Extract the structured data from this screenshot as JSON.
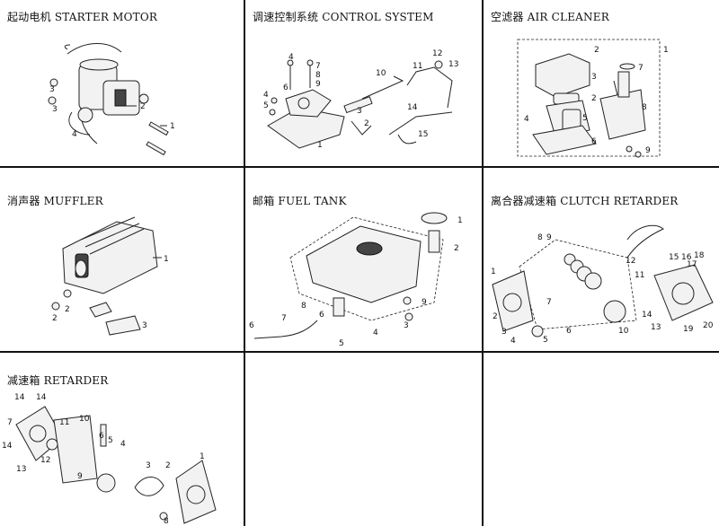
{
  "sections": {
    "starter_motor": {
      "title": "起动电机 STARTER MOTOR",
      "callouts": [
        "1",
        "2",
        "3",
        "3",
        "4"
      ]
    },
    "control_system": {
      "title": "调速控制系统 CONTROL SYSTEM",
      "callouts": [
        "1",
        "2",
        "3",
        "4",
        "5",
        "6",
        "7",
        "8",
        "9",
        "10",
        "11",
        "12",
        "13",
        "14",
        "15"
      ]
    },
    "air_cleaner": {
      "title": "空滤器 AIR CLEANER",
      "callouts": [
        "1",
        "2",
        "3",
        "2",
        "4",
        "5",
        "6",
        "7",
        "8",
        "9"
      ]
    },
    "muffler": {
      "title": "消声器 MUFFLER",
      "callouts": [
        "1",
        "2",
        "3"
      ]
    },
    "fuel_tank": {
      "title": "邮箱 FUEL TANK",
      "callouts": [
        "1",
        "2",
        "3",
        "4",
        "5",
        "6",
        "6",
        "7",
        "8",
        "9"
      ]
    },
    "clutch_retarder": {
      "title": "离合器减速箱 CLUTCH RETARDER",
      "callouts": [
        "1",
        "2",
        "3",
        "4",
        "5",
        "6",
        "7",
        "8",
        "9",
        "10",
        "11",
        "12",
        "13",
        "14",
        "15",
        "16",
        "17",
        "18",
        "19",
        "20"
      ]
    },
    "retarder": {
      "title": "减速箱 RETARDER",
      "callouts": [
        "1",
        "2",
        "3",
        "4",
        "5",
        "6",
        "7",
        "8",
        "9",
        "10",
        "11",
        "12",
        "13",
        "14",
        "14"
      ]
    }
  }
}
